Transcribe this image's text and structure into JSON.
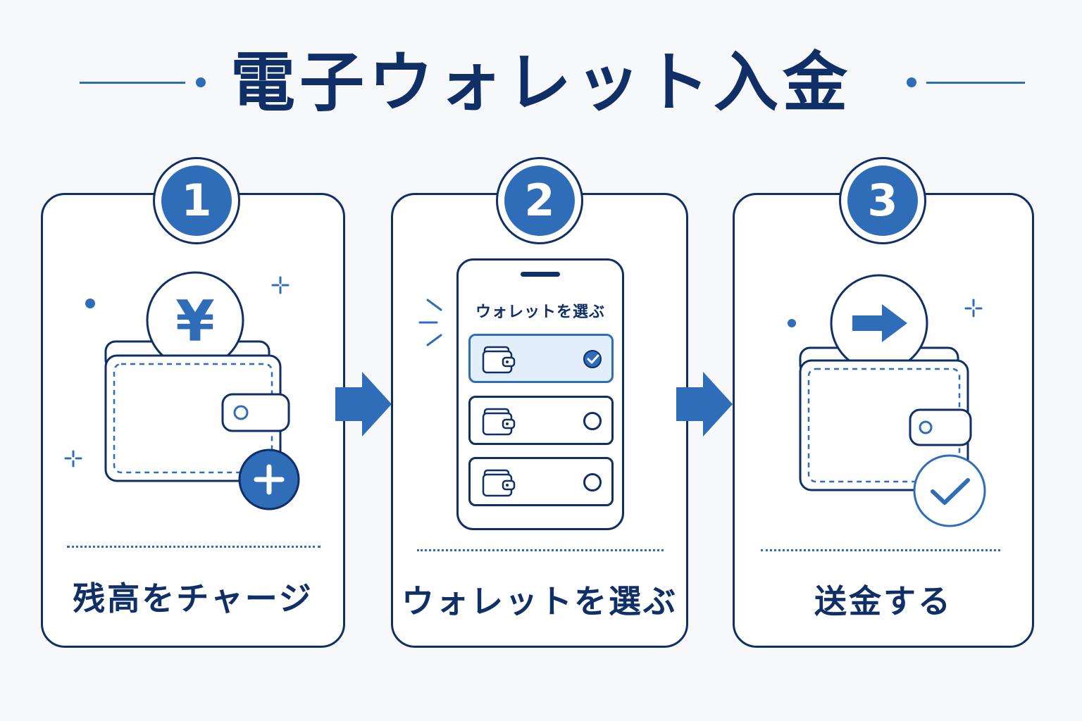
{
  "page": {
    "title": "電子ウォレット入金"
  },
  "steps": [
    {
      "number": "1",
      "label": "残高をチャージ",
      "icons": [
        "wallet-icon",
        "yen-coin-icon",
        "plus-icon"
      ]
    },
    {
      "number": "2",
      "label": "ウォレットを選ぶ",
      "icons": [
        "smartphone-icon",
        "wallet-icon",
        "check-icon",
        "radio-icon"
      ]
    },
    {
      "number": "3",
      "label": "送金する",
      "icons": [
        "wallet-icon",
        "arrow-right-icon",
        "check-icon"
      ]
    }
  ],
  "phone": {
    "title": "ウォレットを選ぶ",
    "options": [
      {
        "icon": "wallet-icon",
        "selected": true
      },
      {
        "icon": "wallet-icon",
        "selected": false
      },
      {
        "icon": "wallet-icon",
        "selected": false
      }
    ]
  },
  "coins": {
    "step1_symbol": "¥"
  },
  "colors": {
    "navy": "#0f2f66",
    "accent": "#2f6db8",
    "selected_bg": "#e3eefb",
    "background": "#f7f8fa"
  }
}
